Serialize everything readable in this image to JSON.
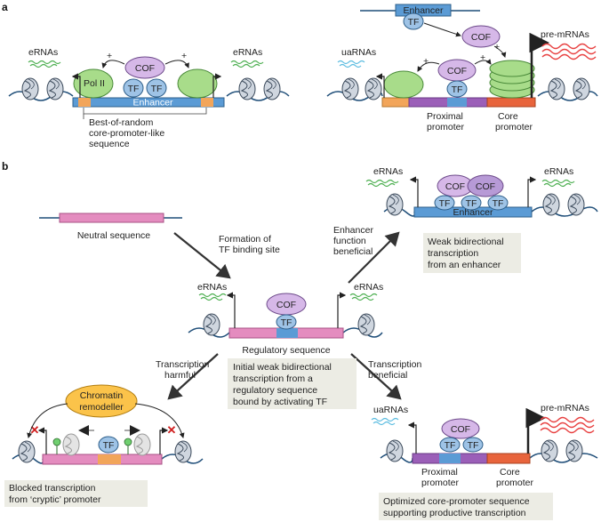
{
  "panels": {
    "a": "a",
    "b": "b"
  },
  "labels": {
    "erna": "eRNAs",
    "uarna": "uaRNAs",
    "premrna": "pre-mRNAs",
    "pol2": "Pol II",
    "cof": "COF",
    "tf": "TF",
    "enhancer": "Enhancer",
    "plus": "+",
    "best1": "Best-of-random",
    "best2": "core-promoter-like",
    "best3": "sequence",
    "proximal1": "Proximal",
    "proximal2": "promoter",
    "core1": "Core",
    "core2": "promoter",
    "neutral": "Neutral sequence",
    "regulatory": "Regulatory sequence",
    "formation1": "Formation of",
    "formation2": "TF binding site",
    "enhfunc1": "Enhancer",
    "enhfunc2": "function",
    "enhfunc3": "beneficial",
    "harm1": "Transcription",
    "harm2": "harmful",
    "benef1": "Transcription",
    "benef2": "beneficial",
    "chromatin1": "Chromatin",
    "chromatin2": "remodeller"
  },
  "boxes": {
    "weak1": "Weak bidirectional",
    "weak2": "transcription",
    "weak3": "from an enhancer",
    "init1": "Initial weak bidirectional",
    "init2": "transcription from a",
    "init3": "regulatory sequence",
    "init4": "bound by activating TF",
    "blocked1": "Blocked transcription",
    "blocked2": "from ‘cryptic’ promoter",
    "opt1": "Optimized core-promoter sequence",
    "opt2": "supporting productive transcription"
  },
  "colors": {
    "enhancer_blue": "#5b9bd5",
    "pink": "#e48cbf",
    "orange": "#f2a55a",
    "purple": "#9b5fb8",
    "red_core": "#e8643c",
    "cof": "#d6b8e8",
    "tf": "#9ec3e6",
    "polii": "#a8dc8a",
    "remodeller": "#fbc34a",
    "caption_bg": "#ecece4",
    "erna_green": "#4caf50",
    "uarna_blue": "#5bbce0",
    "mrna_red": "#e84040",
    "dna": "#1f4e79"
  }
}
